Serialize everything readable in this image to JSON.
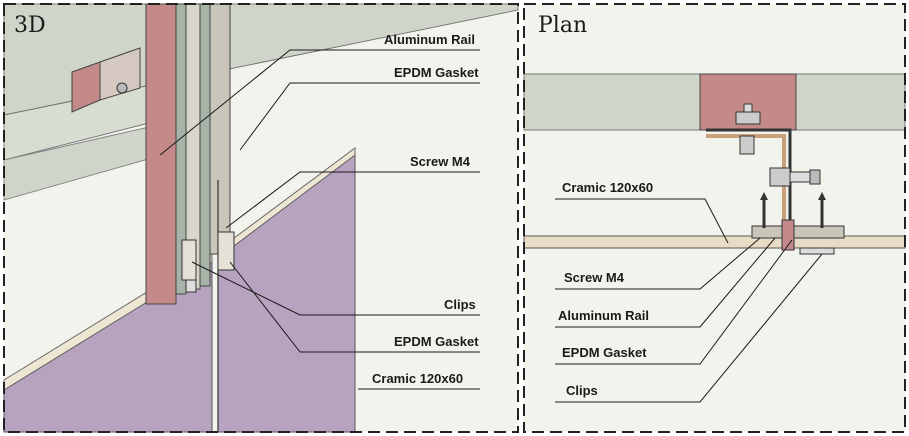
{
  "panels": {
    "left_title": "3D",
    "right_title": "Plan"
  },
  "labels_3d": {
    "aluminum_rail": "Aluminum Rail",
    "epdm_gasket_top": "EPDM Gasket",
    "screw_m4": "Screw M4",
    "clips": "Clips",
    "epdm_gasket_bottom": "EPDM Gasket",
    "ceramic": "Cramic 120x60"
  },
  "labels_plan": {
    "ceramic": "Cramic 120x60",
    "screw_m4": "Screw M4",
    "aluminum_rail": "Aluminum Rail",
    "epdm_gasket": "EPDM Gasket",
    "clips": "Clips"
  },
  "colors": {
    "background": "#f3f3ee",
    "rail": "#c48a8a",
    "tile": "#b7a3bf",
    "ceramic_plan": "#e9dcc4",
    "beam": "#cfd6c9",
    "line": "#1a1a1a"
  }
}
